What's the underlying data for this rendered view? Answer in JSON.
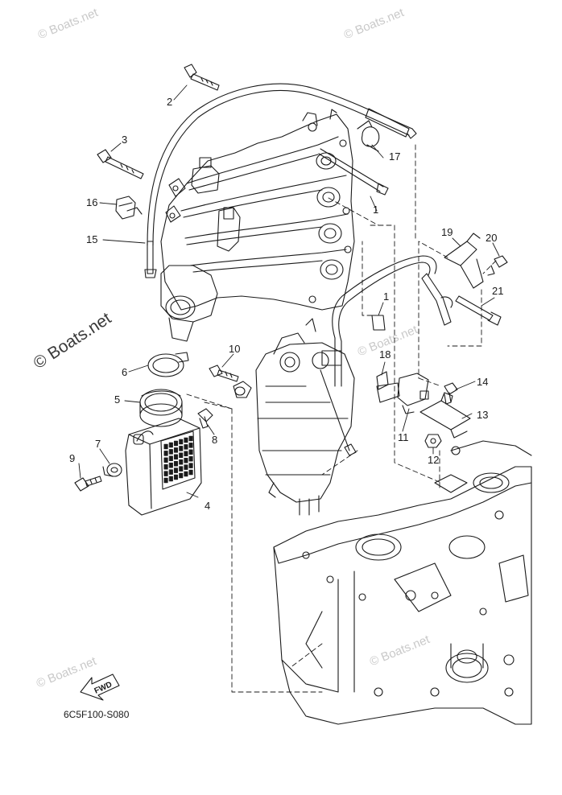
{
  "watermarks": {
    "small": "© Boats.net",
    "main": "© Boats.net"
  },
  "diagram_code": "6C5F100-S080",
  "fwd_label": "FWD",
  "callouts": [
    {
      "id": "c1a",
      "label": "1"
    },
    {
      "id": "c1b",
      "label": "1"
    },
    {
      "id": "c2",
      "label": "2"
    },
    {
      "id": "c3",
      "label": "3"
    },
    {
      "id": "c4",
      "label": "4"
    },
    {
      "id": "c5",
      "label": "5"
    },
    {
      "id": "c6",
      "label": "6"
    },
    {
      "id": "c7",
      "label": "7"
    },
    {
      "id": "c8",
      "label": "8"
    },
    {
      "id": "c9",
      "label": "9"
    },
    {
      "id": "c10",
      "label": "10"
    },
    {
      "id": "c11",
      "label": "11"
    },
    {
      "id": "c12",
      "label": "12"
    },
    {
      "id": "c13",
      "label": "13"
    },
    {
      "id": "c14",
      "label": "14"
    },
    {
      "id": "c15",
      "label": "15"
    },
    {
      "id": "c16",
      "label": "16"
    },
    {
      "id": "c17",
      "label": "17"
    },
    {
      "id": "c18",
      "label": "18"
    },
    {
      "id": "c19",
      "label": "19"
    },
    {
      "id": "c20",
      "label": "20"
    },
    {
      "id": "c21",
      "label": "21"
    }
  ],
  "colors": {
    "ink": "#1a1a1a",
    "watermark": "#c9c9c9",
    "background": "#ffffff"
  }
}
